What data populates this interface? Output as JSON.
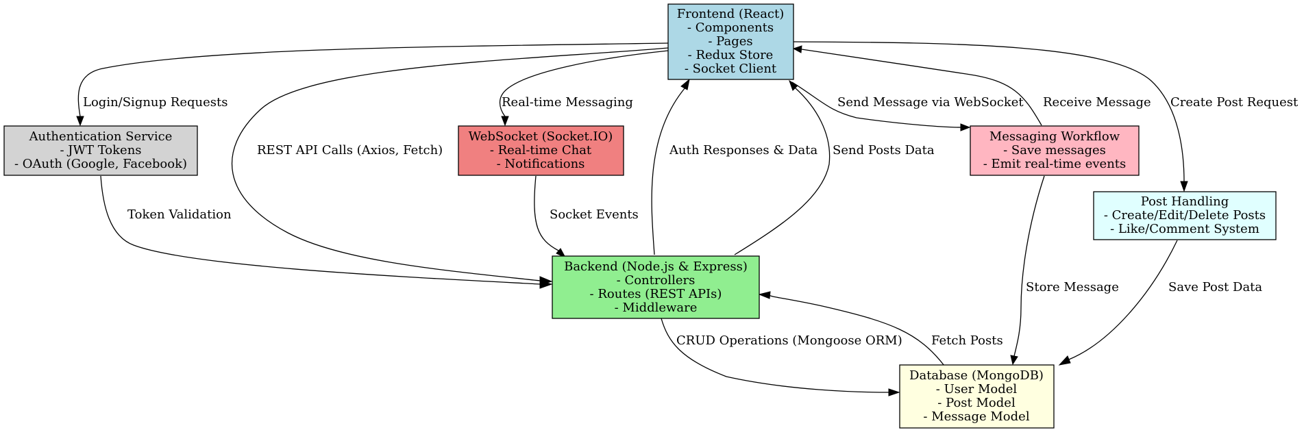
{
  "nodes": {
    "frontend": {
      "lines": [
        "Frontend (React)",
        "- Components",
        "- Pages",
        "- Redux Store",
        "- Socket Client"
      ],
      "color": "#add8e6"
    },
    "auth": {
      "lines": [
        "Authentication Service",
        "- JWT Tokens",
        "- OAuth (Google, Facebook)"
      ],
      "color": "#d3d3d3"
    },
    "websocket": {
      "lines": [
        "WebSocket (Socket.IO)",
        "- Real-time Chat",
        "- Notifications"
      ],
      "color": "#f08080"
    },
    "messaging": {
      "lines": [
        "Messaging Workflow",
        "- Save messages",
        "- Emit real-time events"
      ],
      "color": "#ffb6c1"
    },
    "posts": {
      "lines": [
        "Post Handling",
        "- Create/Edit/Delete Posts",
        "- Like/Comment System"
      ],
      "color": "#e0ffff"
    },
    "backend": {
      "lines": [
        "Backend (Node.js & Express)",
        "- Controllers",
        "- Routes (REST APIs)",
        "- Middleware"
      ],
      "color": "#90ee90"
    },
    "database": {
      "lines": [
        "Database (MongoDB)",
        "- User Model",
        "- Post Model",
        "- Message Model"
      ],
      "color": "#ffffe0"
    }
  },
  "edges": {
    "login_signup": "Login/Signup Requests",
    "rest_api": "REST API Calls (Axios, Fetch)",
    "realtime_messaging": "Real-time Messaging",
    "send_message": "Send Message via WebSocket",
    "receive_message": "Receive Message",
    "create_post": "Create Post Request",
    "auth_responses": "Auth Responses & Data",
    "send_posts": "Send Posts Data",
    "token_validation": "Token Validation",
    "socket_events": "Socket Events",
    "store_message": "Store Message",
    "save_post": "Save Post Data",
    "crud": "CRUD Operations (Mongoose ORM)",
    "fetch_posts": "Fetch Posts"
  }
}
